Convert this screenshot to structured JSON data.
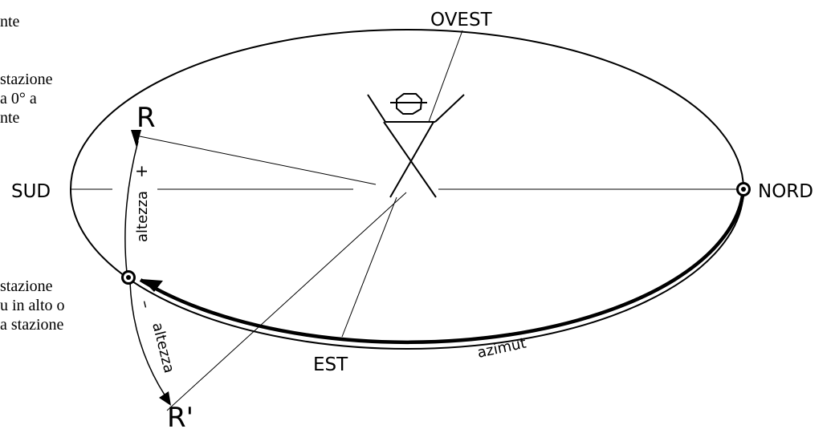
{
  "side_text": {
    "lines": [
      "nte",
      "stazione",
      "a 0° a",
      "nte",
      "stazione",
      "u in alto o",
      "a stazione"
    ]
  },
  "diagram": {
    "labels": {
      "north": "NORD",
      "south": "SUD",
      "east": "EST",
      "west": "OVEST",
      "point_r": "R",
      "point_r_prime": "R'",
      "altitude_upper": "altezza",
      "altitude_lower": "altezza",
      "plus_sign": "+",
      "minus_sign": "–",
      "azimuth": "azimut"
    }
  }
}
